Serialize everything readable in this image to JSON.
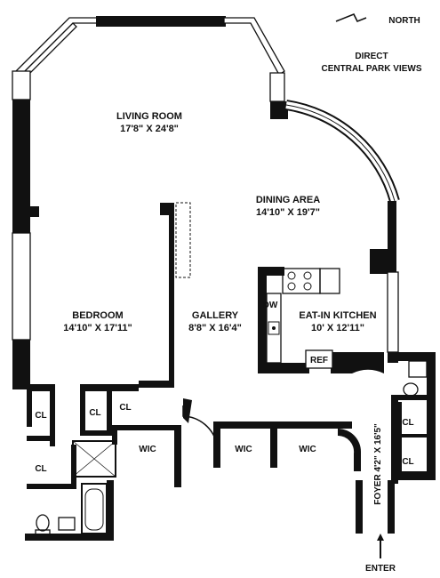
{
  "compass": {
    "label": "NORTH",
    "icon": "north-arrow-icon"
  },
  "views_note": {
    "line1": "DIRECT",
    "line2": "CENTRAL PARK VIEWS"
  },
  "rooms": {
    "living_room": {
      "name": "LIVING ROOM",
      "dims": "17'8\" X 24'8\""
    },
    "dining_area": {
      "name": "DINING AREA",
      "dims": "14'10\" X 19'7\""
    },
    "bedroom": {
      "name": "BEDROOM",
      "dims": "14'10\" X 17'11\""
    },
    "gallery": {
      "name": "GALLERY",
      "dims": "8'8\" X 16'4\""
    },
    "kitchen": {
      "name": "EAT-IN KITCHEN",
      "dims": "10' X 12'11\""
    },
    "foyer": {
      "name": "FOYER 4'2\" X 16'5\""
    }
  },
  "fixtures": {
    "dw": "DW",
    "ref": "REF",
    "closets": [
      "CL",
      "CL",
      "CL",
      "CL",
      "CL",
      "CL"
    ],
    "wics": [
      "WIC",
      "WIC",
      "WIC"
    ]
  },
  "entry": {
    "label": "ENTER",
    "icon": "entry-arrow-icon"
  }
}
